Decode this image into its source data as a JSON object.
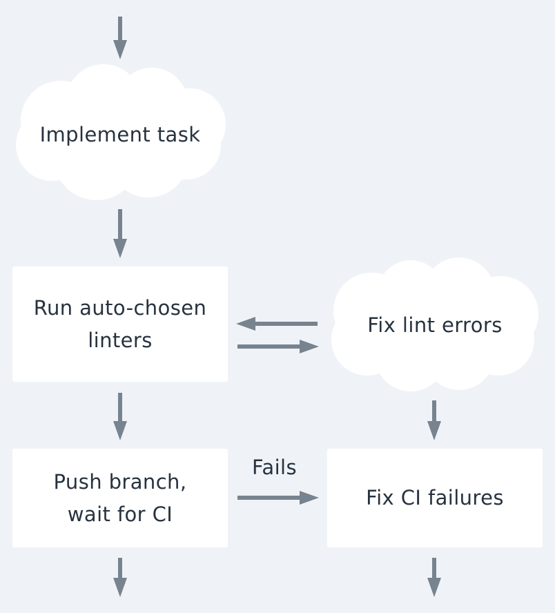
{
  "diagram": {
    "nodes": {
      "implement_task": {
        "label": "Implement task",
        "shape": "cloud"
      },
      "run_linters": {
        "line1": "Run auto-chosen",
        "line2": "linters",
        "shape": "rectangle"
      },
      "fix_lint_errors": {
        "label": "Fix lint errors",
        "shape": "cloud"
      },
      "push_branch": {
        "line1": "Push branch,",
        "line2": "wait for CI",
        "shape": "rectangle"
      },
      "fix_ci_failures": {
        "label": "Fix CI failures",
        "shape": "rectangle"
      }
    },
    "edges": [
      {
        "from": "",
        "to": "implement_task",
        "label": ""
      },
      {
        "from": "implement_task",
        "to": "run_linters",
        "label": ""
      },
      {
        "from": "fix_lint_errors",
        "to": "run_linters",
        "label": ""
      },
      {
        "from": "run_linters",
        "to": "fix_lint_errors",
        "label": ""
      },
      {
        "from": "run_linters",
        "to": "push_branch",
        "label": ""
      },
      {
        "from": "fix_lint_errors",
        "to": "fix_ci_failures",
        "label": ""
      },
      {
        "from": "push_branch",
        "to": "fix_ci_failures",
        "label": "Fails"
      },
      {
        "from": "push_branch",
        "to": "",
        "label": ""
      },
      {
        "from": "fix_ci_failures",
        "to": "",
        "label": ""
      }
    ],
    "colors": {
      "background": "#eff3f7",
      "node_fill": "#ffffff",
      "arrow": "#77838f",
      "text": "#27323f"
    }
  }
}
